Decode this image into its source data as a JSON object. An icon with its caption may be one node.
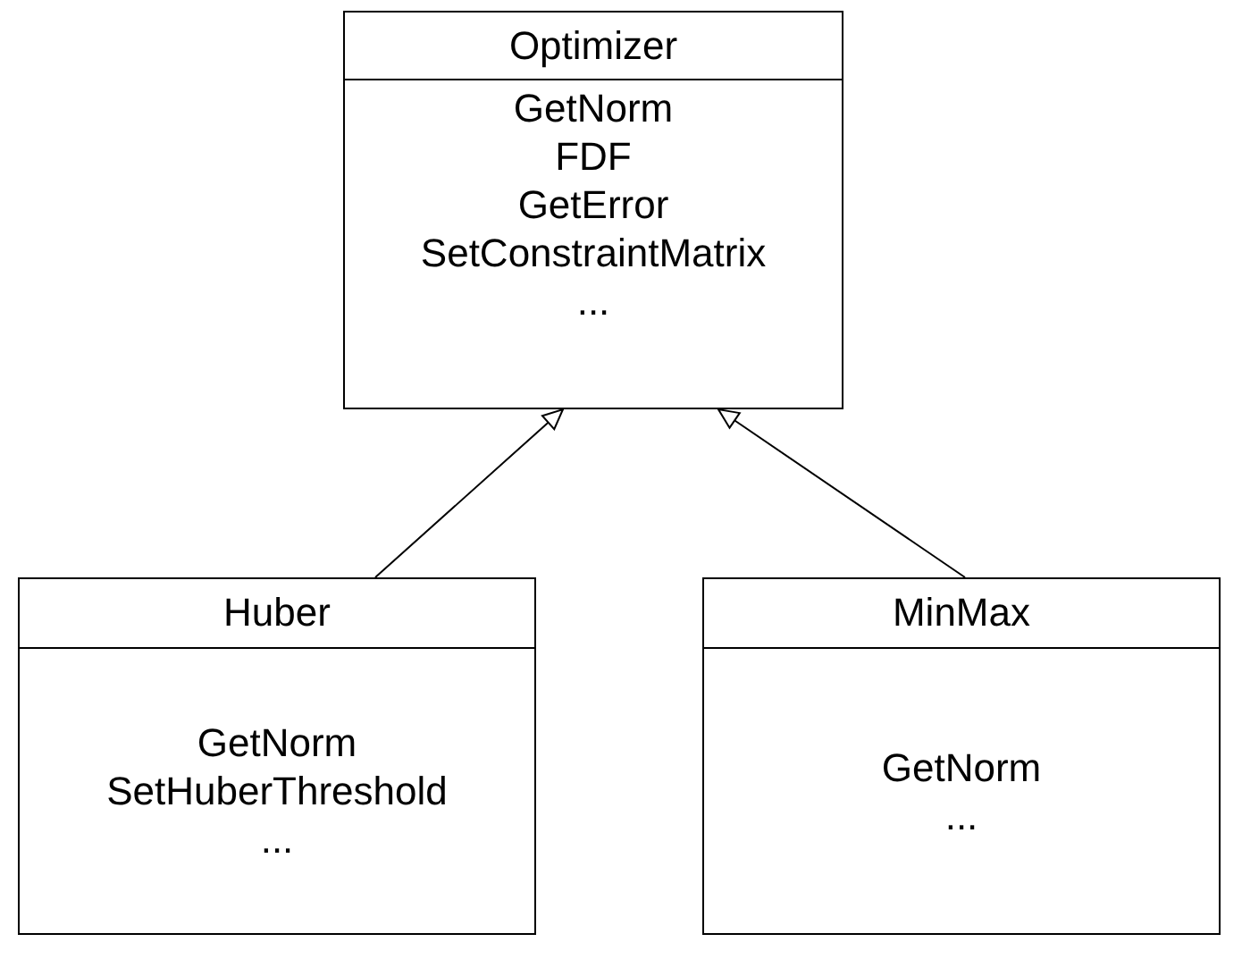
{
  "diagram": {
    "nodes": [
      {
        "text": [
          "Optimizer",
          "GetNorm",
          "FDF",
          "GetError",
          "SetConstraintMatrix",
          "..."
        ]
      },
      {
        "text": [
          "Huber",
          "GetNorm",
          "SetHuberThreshold",
          "..."
        ]
      },
      {
        "text": [
          "MinMax",
          "GetNorm",
          "..."
        ]
      }
    ],
    "edges": [
      {
        "from": 1,
        "to": 0,
        "arrow": "to"
      },
      {
        "from": 2,
        "to": 0,
        "arrow": "to"
      }
    ]
  }
}
